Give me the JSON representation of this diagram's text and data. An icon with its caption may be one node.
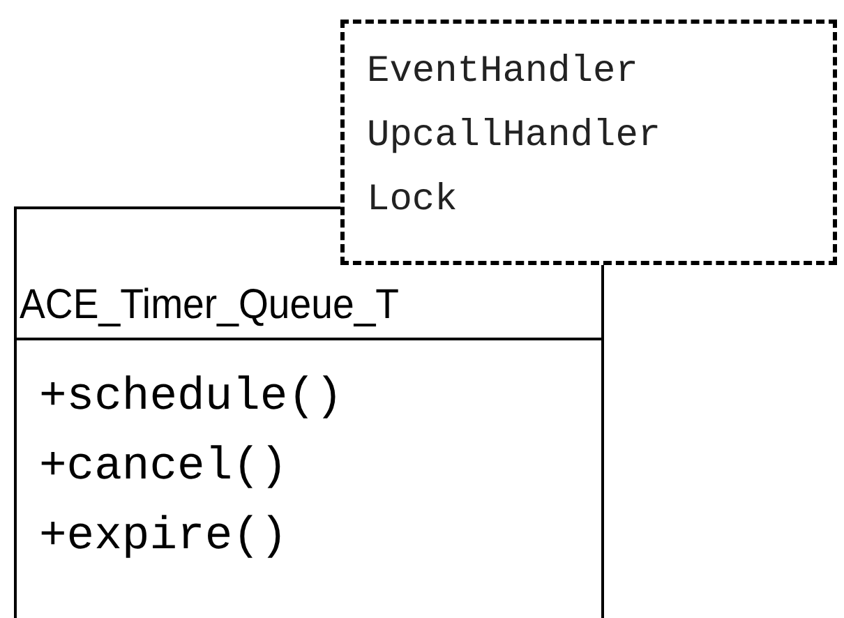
{
  "diagram": {
    "nodes": [
      {
        "text": [
          "EventHandler",
          "UpcallHandler",
          "Lock"
        ]
      },
      {
        "text": [
          "ACE_Timer_Queue_T",
          "+schedule()",
          "+cancel()",
          "+expire()"
        ]
      }
    ]
  }
}
